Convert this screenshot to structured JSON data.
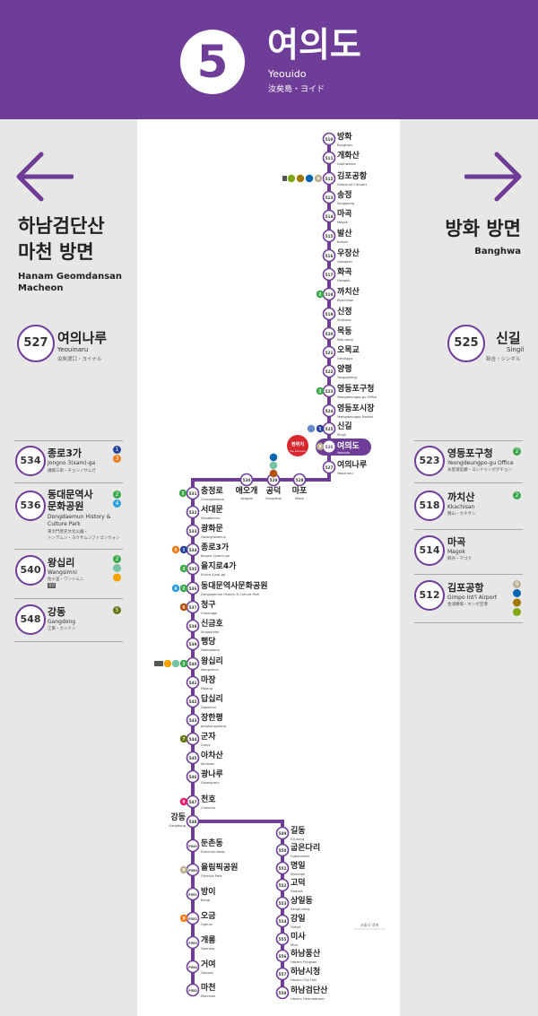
{
  "header": {
    "line_number": "5",
    "station_ko": "여의도",
    "station_en": "Yeouido",
    "station_jp": "汝矣島・ヨイド"
  },
  "directions": {
    "left": {
      "name_ko_1": "하남검단산",
      "name_ko_2": "마천 방면",
      "name_en_1": "Hanam Geomdansan",
      "name_en_2": "Macheon",
      "next": {
        "code": "527",
        "ko": "여의나루",
        "en": "Yeouinaru",
        "jp": "汝矣渡口・ヨイナル"
      }
    },
    "right": {
      "name_ko": "방화 방면",
      "name_en": "Banghwa",
      "next": {
        "code": "525",
        "ko": "신길",
        "en": "Singil",
        "jp": "新吉・シンギル"
      }
    }
  },
  "transfers_left": [
    {
      "code": "534",
      "ko": "종로3가",
      "en": "Jongno 3(sam)-ga",
      "jp": "鍾路三街・チョンノサムガ",
      "lines": [
        "1",
        "3"
      ]
    },
    {
      "code": "536",
      "ko_1": "동대문역사",
      "ko_2": "문화공원",
      "en_1": "Dongdaemun History &",
      "en_2": "Culture Park",
      "jp_1": "東大門歴史文化公園・",
      "jp_2": "トンデムン・ヨクサムンファゴンウォン",
      "lines": [
        "2",
        "4"
      ]
    },
    {
      "code": "540",
      "ko": "왕십리",
      "en": "Wangsimni",
      "jp": "往十里・ワンシムニ",
      "lines": [
        "2",
        "경의중앙",
        "수인분당"
      ],
      "tag": "경강"
    },
    {
      "code": "548",
      "ko": "강동",
      "en": "Gangdong",
      "jp": "江東・カンドン",
      "lines": [
        "5"
      ]
    }
  ],
  "transfers_right": [
    {
      "code": "523",
      "ko": "영등포구청",
      "en": "Yeongdeungpo-gu Office",
      "jp": "永登浦區廳・ヨンドゥンポグチョン",
      "lines": [
        "2"
      ]
    },
    {
      "code": "518",
      "ko": "까치산",
      "en": "Kkachisan",
      "jp": "鵲山・カチサン",
      "lines": [
        "2"
      ]
    },
    {
      "code": "514",
      "ko": "마곡",
      "en": "Magok",
      "jp": "麻谷・マゴク",
      "lines": []
    },
    {
      "code": "512",
      "ko": "김포공항",
      "en": "Gimpo Int'l Airport",
      "jp": "金浦機場・キンポ空港",
      "lines": [
        "9",
        "공항",
        "김포골드",
        "서해"
      ]
    }
  ],
  "line_colors": {
    "line1": "#26419a",
    "line2": "#3aa849",
    "line3": "#ef7c1c",
    "line4": "#2c9ede",
    "line5": "#6e3d98",
    "line6": "#b5500b",
    "line7": "#697215",
    "line8": "#e6186c",
    "line9": "#bdb092",
    "airport": "#0065b3",
    "gyeongui": "#77c4a3",
    "suin": "#f5a200",
    "gimpo_gold": "#a17800",
    "seohae": "#81a914",
    "sillim": "#6789ca"
  },
  "map": {
    "branch_label": "서울시 경계",
    "stations": [
      {
        "code": "510",
        "ko": "방화",
        "en": "Banghwa"
      },
      {
        "code": "511",
        "ko": "개화산",
        "en": "Gaehwasan"
      },
      {
        "code": "512",
        "ko": "김포공항",
        "en": "Gimpo Int'l Airport"
      },
      {
        "code": "513",
        "ko": "송정",
        "en": "Songjeong"
      },
      {
        "code": "514",
        "ko": "마곡",
        "en": "Magok"
      },
      {
        "code": "515",
        "ko": "발산",
        "en": "Balsan"
      },
      {
        "code": "516",
        "ko": "우장산",
        "en": "Ujangsan"
      },
      {
        "code": "517",
        "ko": "화곡",
        "en": "Hwagok"
      },
      {
        "code": "518",
        "ko": "까치산",
        "en": "Kkachisan"
      },
      {
        "code": "519",
        "ko": "신정",
        "en": "Sinjeong"
      },
      {
        "code": "520",
        "ko": "목동",
        "en": "Mok-dong"
      },
      {
        "code": "521",
        "ko": "오목교",
        "en": "Omokgyo"
      },
      {
        "code": "522",
        "ko": "양평",
        "en": "Yangpyeong"
      },
      {
        "code": "523",
        "ko": "영등포구청",
        "en": "Yeongdeungpo-gu Office"
      },
      {
        "code": "524",
        "ko": "영등포시장",
        "en": "Yeongdeungpo Market"
      },
      {
        "code": "525",
        "ko": "신길",
        "en": "Singil"
      },
      {
        "code": "526",
        "ko": "여의도",
        "en": "Yeouido"
      },
      {
        "code": "527",
        "ko": "여의나루",
        "en": "Yeouinaru"
      },
      {
        "code": "528",
        "ko": "마포",
        "en": "Mapo"
      },
      {
        "code": "529",
        "ko": "공덕",
        "en": "Gongdeok"
      },
      {
        "code": "530",
        "ko": "애오개",
        "en": "Aeogae"
      },
      {
        "code": "531",
        "ko": "충정로",
        "en": "Chungjeongno"
      },
      {
        "code": "532",
        "ko": "서대문",
        "en": "Seodaemun"
      },
      {
        "code": "533",
        "ko": "광화문",
        "en": "Gwanghwamun"
      },
      {
        "code": "534",
        "ko": "종로3가",
        "en": "Jongno 3(sam)-ga"
      },
      {
        "code": "535",
        "ko": "을지로4가",
        "en": "Euljiro 4(sa)-ga"
      },
      {
        "code": "536",
        "ko": "동대문역사문화공원",
        "en": "Dongdaemun History & Culture Park"
      },
      {
        "code": "537",
        "ko": "청구",
        "en": "Cheonggu"
      },
      {
        "code": "538",
        "ko": "신금호",
        "en": "Singeumho"
      },
      {
        "code": "539",
        "ko": "행당",
        "en": "Haengdang"
      },
      {
        "code": "540",
        "ko": "왕십리",
        "en": "Wangsimni"
      },
      {
        "code": "541",
        "ko": "마장",
        "en": "Majang"
      },
      {
        "code": "542",
        "ko": "답십리",
        "en": "Dapsimni"
      },
      {
        "code": "543",
        "ko": "장한평",
        "en": "Janghanpyeong"
      },
      {
        "code": "544",
        "ko": "군자",
        "en": "Gunja"
      },
      {
        "code": "545",
        "ko": "아차산",
        "en": "Achasan"
      },
      {
        "code": "546",
        "ko": "광나루",
        "en": "Gwangnaru"
      },
      {
        "code": "547",
        "ko": "천호",
        "en": "Cheonho"
      },
      {
        "code": "548",
        "ko": "강동",
        "en": "Gangdong"
      },
      {
        "code": "P549",
        "ko": "둔촌동",
        "en": "Dunchon-dong"
      },
      {
        "code": "P550",
        "ko": "올림픽공원",
        "en": "Olympic Park"
      },
      {
        "code": "P551",
        "ko": "방이",
        "en": "Bangi"
      },
      {
        "code": "P552",
        "ko": "오금",
        "en": "Ogeum"
      },
      {
        "code": "P553",
        "ko": "개롱",
        "en": "Gaerong"
      },
      {
        "code": "P554",
        "ko": "거여",
        "en": "Geoyeo"
      },
      {
        "code": "P555",
        "ko": "마천",
        "en": "Macheon"
      },
      {
        "code": "549",
        "ko": "길동",
        "en": "Gil-dong"
      },
      {
        "code": "550",
        "ko": "굽은다리",
        "en": "Gubeundari"
      },
      {
        "code": "551",
        "ko": "명일",
        "en": "Myeongil"
      },
      {
        "code": "552",
        "ko": "고덕",
        "en": "Godeok"
      },
      {
        "code": "553",
        "ko": "상일동",
        "en": "Sangil-dong"
      },
      {
        "code": "554",
        "ko": "강일",
        "en": "Gangil"
      },
      {
        "code": "555",
        "ko": "미사",
        "en": "Misa"
      },
      {
        "code": "556",
        "ko": "하남풍산",
        "en": "Hanam Pungsan"
      },
      {
        "code": "557",
        "ko": "하남시청",
        "en": "Hanam City Hall"
      },
      {
        "code": "558",
        "ko": "하남검단산",
        "en": "Hanam Geomdansan"
      }
    ],
    "here_label": "현위치",
    "here_en": "You are here"
  },
  "icons": {
    "left_arrow": "arrow-left-icon",
    "right_arrow": "arrow-right-icon"
  }
}
